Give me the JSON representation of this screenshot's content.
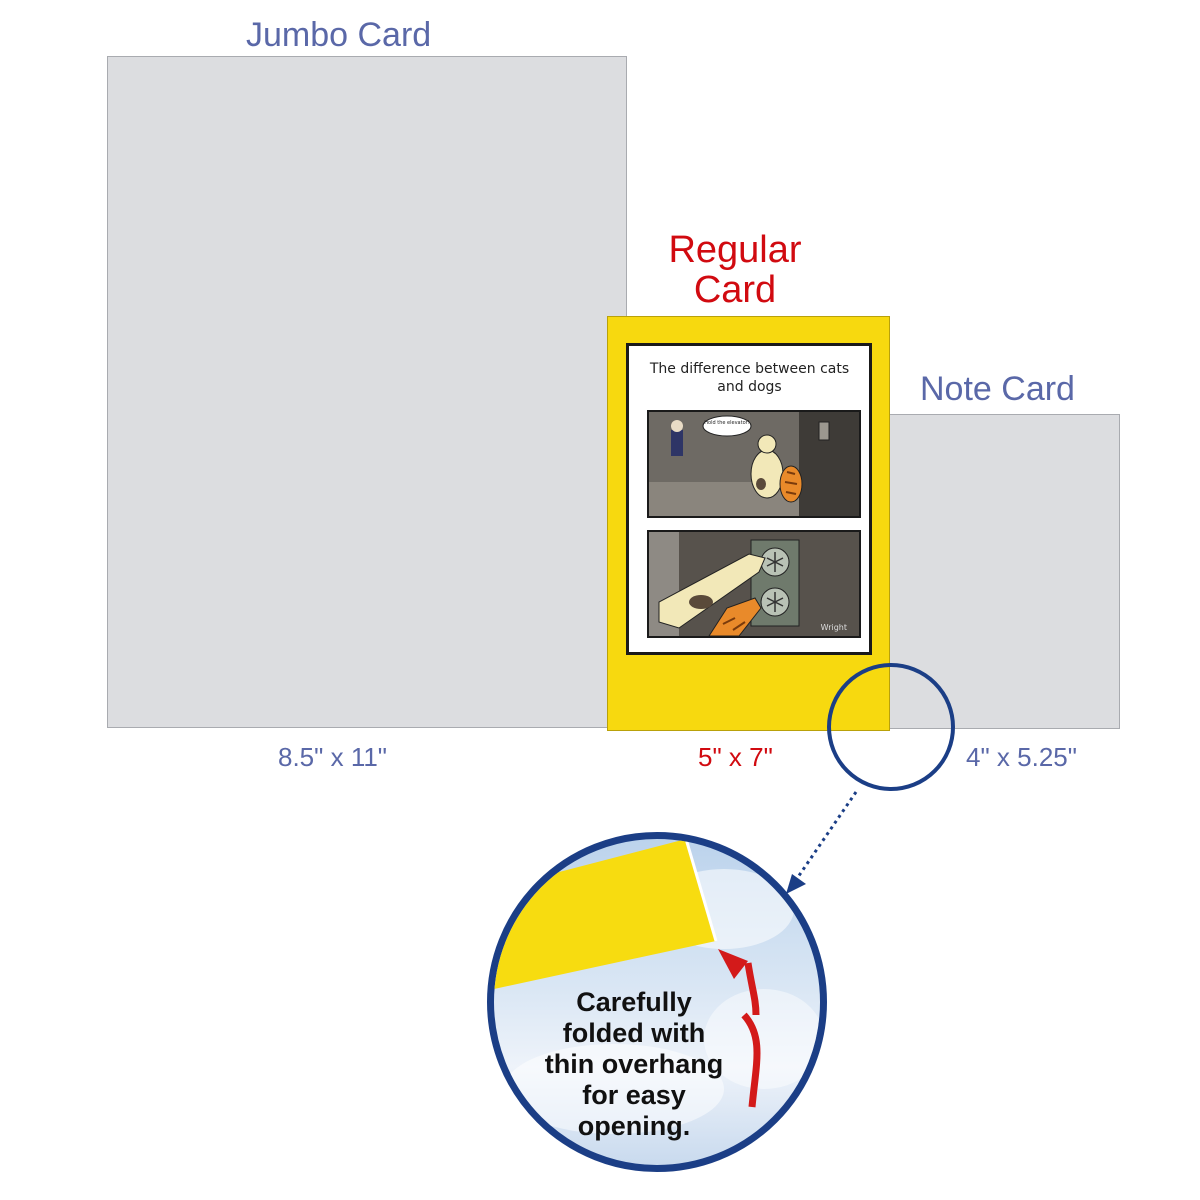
{
  "jumbo_card": {
    "title": "Jumbo Card",
    "size": "8.5\"  x 11\""
  },
  "regular_card": {
    "title_line1": "Regular",
    "title_line2": "Card",
    "size": "5\" x 7\"",
    "comic_caption": "The difference between cats and dogs",
    "speech_bubble": "Hold the elevator!",
    "signature": "Wright"
  },
  "note_card": {
    "title": "Note Card",
    "size": "4\" x 5.25\""
  },
  "zoom_callout": {
    "text_lines": [
      "Carefully",
      "folded with",
      "thin overhang",
      "for easy",
      "opening."
    ]
  },
  "colors": {
    "card_gray": "#dcdde0",
    "card_yellow": "#f7d90f",
    "label_blue": "#5a68a8",
    "label_red": "#d10a10",
    "ring_navy": "#1b3e86",
    "arrow_red": "#d31a1a"
  }
}
